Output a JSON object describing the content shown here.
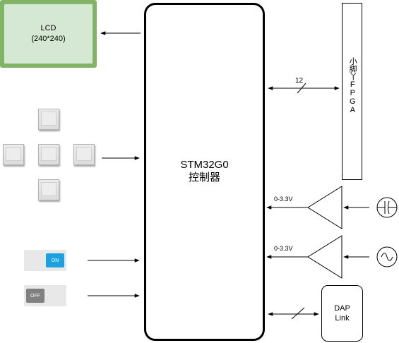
{
  "lcd": {
    "title": "LCD",
    "resolution": "(240*240)"
  },
  "mcu": {
    "name": "STM32G0",
    "role": "控制器"
  },
  "fpga": {
    "label": "小脚丫FPGA"
  },
  "bus": {
    "width": "12"
  },
  "inputs": {
    "amp1_voltage": "0-3.3V",
    "amp2_voltage": "0-3.3V"
  },
  "toggles": {
    "on_label": "ON",
    "off_label": "OFF"
  },
  "debugger": {
    "line1": "DAP",
    "line2": "Link"
  },
  "colors": {
    "lcd_fill": "#d5e8d4",
    "lcd_border": "#82b366",
    "toggle_on": "#1ba1e2",
    "toggle_off": "#808080"
  },
  "icons": [
    "capacitor-icon",
    "ac-source-icon",
    "amplifier-icon"
  ]
}
